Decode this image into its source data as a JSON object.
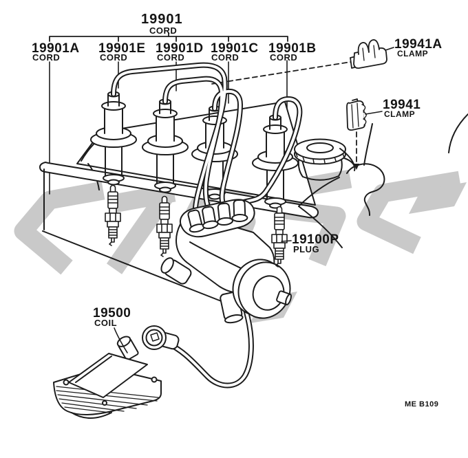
{
  "colors": {
    "line": "#1c1c1c",
    "watermark": "#c9c9c9",
    "background": "#ffffff"
  },
  "figure_code": "ME B109",
  "labels": {
    "main": {
      "number": "19901",
      "word": "CORD"
    },
    "cords": [
      {
        "number": "19901A",
        "word": "CORD"
      },
      {
        "number": "19901E",
        "word": "CORD"
      },
      {
        "number": "19901D",
        "word": "CORD"
      },
      {
        "number": "19901C",
        "word": "CORD"
      },
      {
        "number": "19901B",
        "word": "CORD"
      }
    ],
    "clamp_a": {
      "number": "19941A",
      "word": "CLAMP"
    },
    "clamp_b": {
      "number": "19941",
      "word": "CLAMP"
    },
    "plug": {
      "number": "19100P",
      "word": "PLUG"
    },
    "coil": {
      "number": "19500",
      "word": "COIL"
    }
  }
}
